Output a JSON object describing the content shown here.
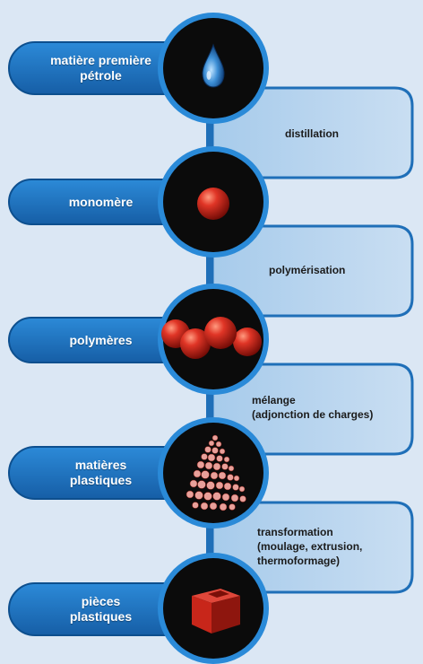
{
  "stages": [
    {
      "id": "petrole",
      "line1": "matière première",
      "line2": "pétrole",
      "icon": "oil-drop-icon"
    },
    {
      "id": "monomere",
      "line1": "monomère",
      "line2": "",
      "icon": "sphere-icon"
    },
    {
      "id": "polymeres",
      "line1": "polymères",
      "line2": "",
      "icon": "chain-spheres-icon"
    },
    {
      "id": "matieres-plastiques",
      "line1": "matières",
      "line2": "plastiques",
      "icon": "granules-icon"
    },
    {
      "id": "pieces-plastiques",
      "line1": "pièces",
      "line2": "plastiques",
      "icon": "cube-icon"
    }
  ],
  "transitions": [
    {
      "line1": "distillation",
      "line2": "",
      "line3": ""
    },
    {
      "line1": "polymérisation",
      "line2": "",
      "line3": ""
    },
    {
      "line1": "mélange",
      "line2": "(adjonction de charges)",
      "line3": ""
    },
    {
      "line1": "transformation",
      "line2": "(moulage, extrusion,",
      "line3": "thermoformage)"
    }
  ],
  "colors": {
    "background": "#dbe7f4",
    "label_blue": "#1f78c4",
    "label_border": "#0d4f8e",
    "panel_fill": "#9fc3e8",
    "panel_border": "#1f6fb8",
    "disc": "#0b0b0b",
    "ring": "#2a8ad8",
    "drop": "#3d8fd6",
    "sphere_red": "#d42a1f",
    "cube_red": "#c8261a"
  }
}
